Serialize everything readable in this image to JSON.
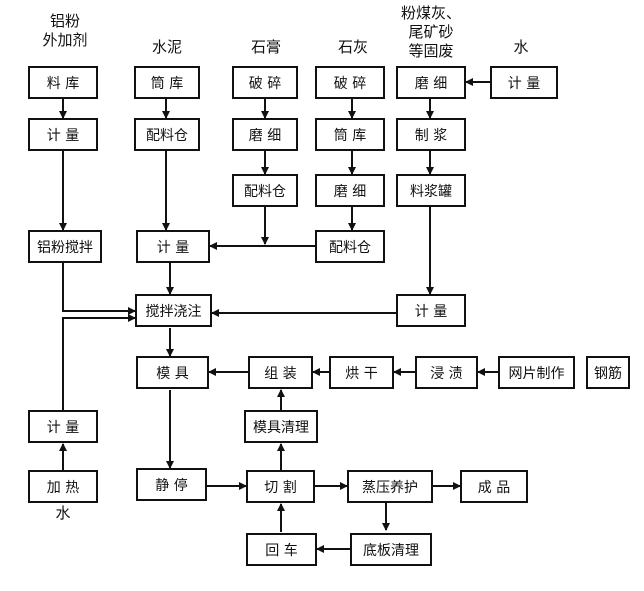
{
  "headers": {
    "aluminum_additive_line1": "铝粉",
    "aluminum_additive_line2": "外加剂",
    "cement": "水泥",
    "gypsum": "石膏",
    "lime": "石灰",
    "flyash_line1": "粉煤灰、",
    "flyash_line2": "尾矿砂",
    "flyash_line3": "等固废",
    "water_top": "水"
  },
  "footer": {
    "water_bottom": "水"
  },
  "steps": {
    "material_store": "料 库",
    "additive_meter": "计 量",
    "aluminum_mixing": "铝粉搅拌",
    "water_meter": "计 量",
    "heating": "加 热",
    "cement_silo": "筒 库",
    "cement_bin": "配料仓",
    "main_meter": "计 量",
    "mix_pour": "搅拌浇注",
    "mold": "模 具",
    "static_cure": "静 停",
    "gypsum_crush": "破 碎",
    "gypsum_grind": "磨 细",
    "gypsum_bin": "配料仓",
    "lime_crush": "破 碎",
    "lime_silo": "筒 库",
    "lime_grind": "磨 细",
    "lime_bin": "配料仓",
    "ash_grind": "磨 细",
    "water_meter_top": "计 量",
    "slurry_make": "制 浆",
    "slurry_tank": "料浆罐",
    "slurry_meter": "计 量",
    "assembly": "组 装",
    "drying": "烘 干",
    "dipping": "浸 渍",
    "mesh_making": "网片制作",
    "rebar": "钢筋",
    "mold_cleaning": "模具清理",
    "cutting": "切 割",
    "return_cart": "回 车",
    "autoclave": "蒸压养护",
    "base_plate_cleaning": "底板清理",
    "finished_product": "成 品"
  }
}
